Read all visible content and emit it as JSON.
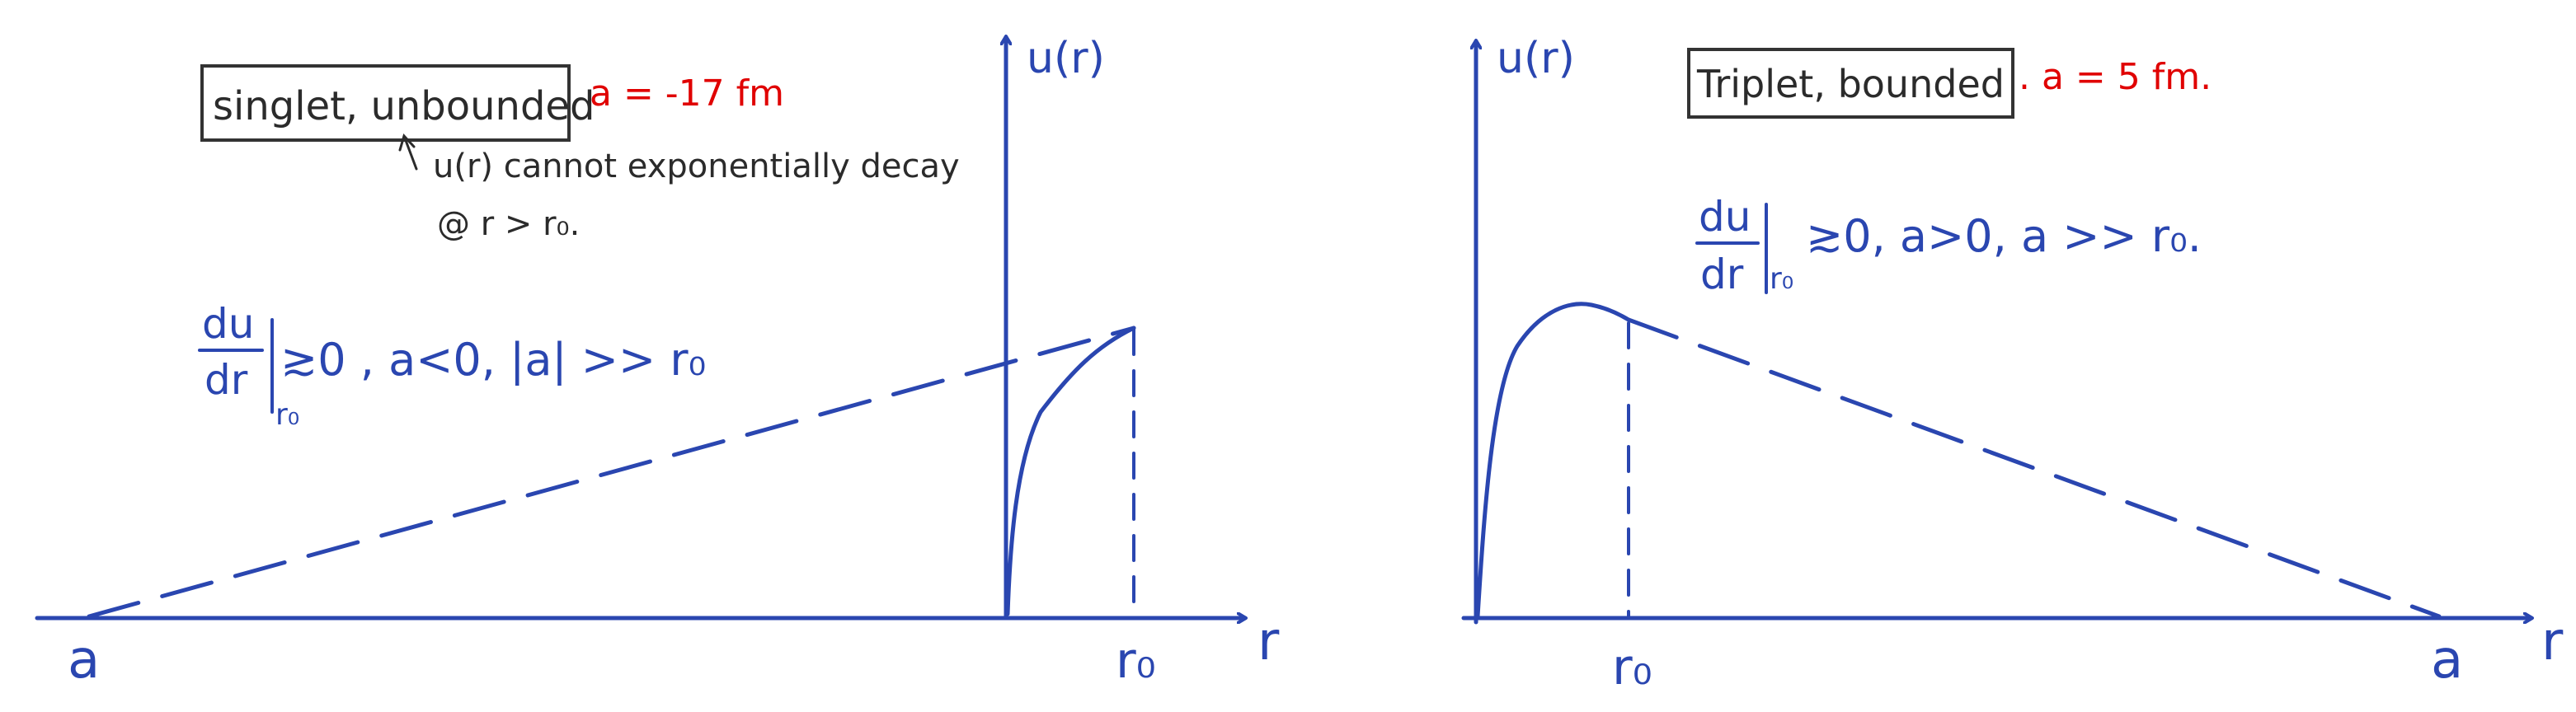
{
  "left_panel": {
    "y_axis_label": "u(r)",
    "x_axis_label": "r",
    "label_a": "a",
    "label_r0": "r₀",
    "boxed_label": "singlet, unbounded",
    "scattering_length": "a = -17 fm",
    "note_line1": "u(r) cannot exponentially decay",
    "note_line2": "@ r > r₀.",
    "deriv_num": "du",
    "deriv_den": "dr",
    "deriv_sub": "r₀",
    "conditions": "≳0 , a<0, |a| >> r₀"
  },
  "right_panel": {
    "y_axis_label": "u(r)",
    "x_axis_label": "r",
    "label_a": "a",
    "label_r0": "r₀",
    "boxed_label": "Triplet, bounded",
    "scattering_length": ". a = 5 fm.",
    "deriv_num": "du",
    "deriv_den": "dr",
    "deriv_sub": "r₀",
    "conditions": "≳0, a>0, a >> r₀."
  },
  "colors": {
    "ink": "#2a46b0",
    "annotation": "#e00000",
    "pencil": "#2b2b2b"
  }
}
